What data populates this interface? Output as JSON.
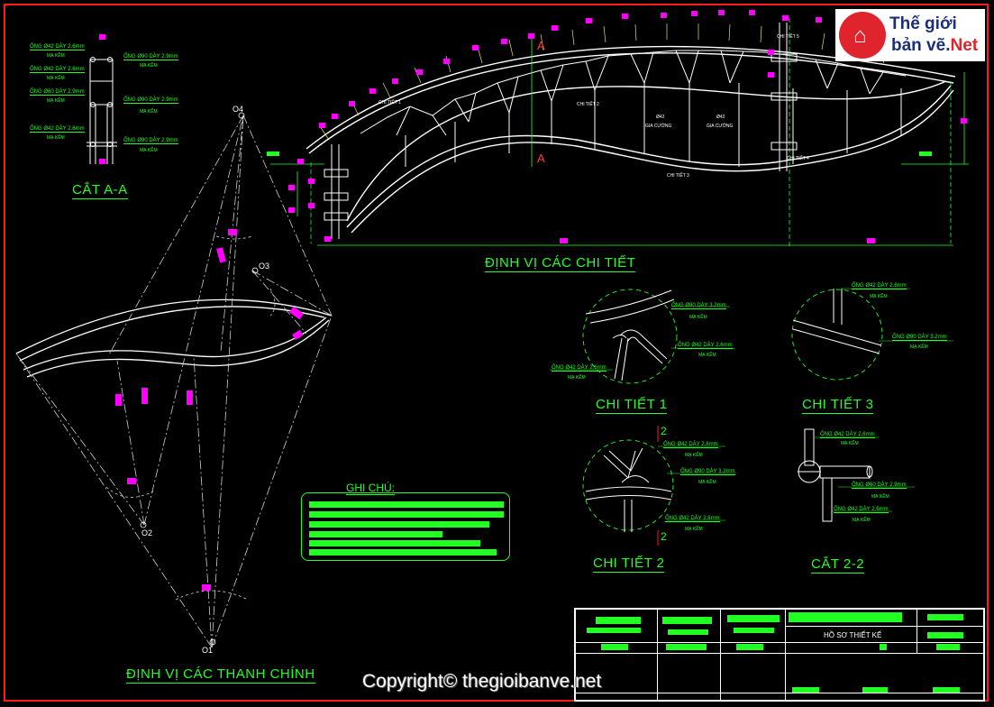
{
  "drawing": {
    "logo": {
      "line1": "Thế giới",
      "line2": "bản vẽ.",
      "line2_accent": "Net",
      "icon": "house-icon"
    },
    "copyright": "Copyright© thegioibanve.net",
    "section_aa": {
      "title": "CẮT A-A",
      "left_labels": [
        {
          "t": "ỐNG Ø42 DÀY 2.6mm",
          "s": "MẠ KẼM"
        },
        {
          "t": "ỐNG Ø42 DÀY 2.6mm",
          "s": "MẠ KẼM"
        },
        {
          "t": "ỐNG Ø60 DÀY 2.9mm",
          "s": "MẠ KẼM"
        },
        {
          "t": "ỐNG Ø42 DÀY 2.6mm",
          "s": "MẠ KẼM"
        }
      ],
      "right_labels": [
        {
          "t": "ỐNG Ø90 DÀY 2.9mm",
          "s": "MẠ KẼM"
        },
        {
          "t": "ỐNG Ø90 DÀY 2.9mm",
          "s": "MẠ KẼM"
        },
        {
          "t": "ỐNG Ø90 DÀY 2.9mm",
          "s": "MẠ KẼM"
        }
      ]
    },
    "plan_title": "ĐỊNH VỊ CÁC CHI TIẾT",
    "plan_marks": {
      "section_a": "A",
      "details": [
        "CHI TIẾT 1",
        "CHI TIẾT 2",
        "CHI TIẾT 3",
        "CHI TIẾT 4",
        "CHI TIẾT 5"
      ],
      "gia_cuong": [
        {
          "t": "Ø42",
          "s": "GIA CƯỜNG"
        },
        {
          "t": "Ø42",
          "s": "GIA CƯỜNG"
        }
      ]
    },
    "bars_title": "ĐỊNH VỊ CÁC THANH CHÍNH",
    "centers": [
      "O1",
      "O2",
      "O3",
      "O4"
    ],
    "notes_title": "GHI CHÚ:",
    "detail1": {
      "title": "CHI TIẾT 1",
      "labels": [
        {
          "t": "ỐNG Ø90 DÀY 3.2mm",
          "s": "MẠ KẼM"
        },
        {
          "t": "ỐNG Ø42 DÀY 2.6mm",
          "s": "MẠ KẼM"
        },
        {
          "t": "ỐNG Ø42 DÀY 2.6mm",
          "s": "MẠ KẼM"
        }
      ]
    },
    "detail2": {
      "title": "CHI TIẾT 2",
      "mark": "2",
      "labels": [
        {
          "t": "ỐNG Ø42 DÀY 2.6mm",
          "s": "MẠ KẼM"
        },
        {
          "t": "ỐNG Ø90 DÀY 3.2mm",
          "s": "MẠ KẼM"
        },
        {
          "t": "ỐNG Ø42 DÀY 2.6mm",
          "s": "MẠ KẼM"
        }
      ]
    },
    "detail3": {
      "title": "CHI TIẾT 3",
      "labels": [
        {
          "t": "ỐNG Ø42 DÀY 2.6mm",
          "s": "MẠ KẼM"
        },
        {
          "t": "ỐNG Ø90 DÀY 3.2mm",
          "s": "MẠ KẼM"
        }
      ]
    },
    "section22": {
      "title": "CẮT 2-2",
      "labels": [
        {
          "t": "ỐNG Ø42 DÀY 2.6mm",
          "s": "MẠ KẼM"
        },
        {
          "t": "ỐNG Ø60 DÀY 2.9mm",
          "s": "MẠ KẼM"
        },
        {
          "t": "ỐNG Ø42 DÀY 2.6mm",
          "s": "MẠ KẼM"
        }
      ]
    },
    "title_block": {
      "project_label": "HỒ SƠ THIẾT KẾ"
    },
    "colors": {
      "background": "#000000",
      "frame": "#ff1a1a",
      "text": "#22ff22",
      "line": "#ffffff",
      "marker": "#ff00ff"
    }
  }
}
